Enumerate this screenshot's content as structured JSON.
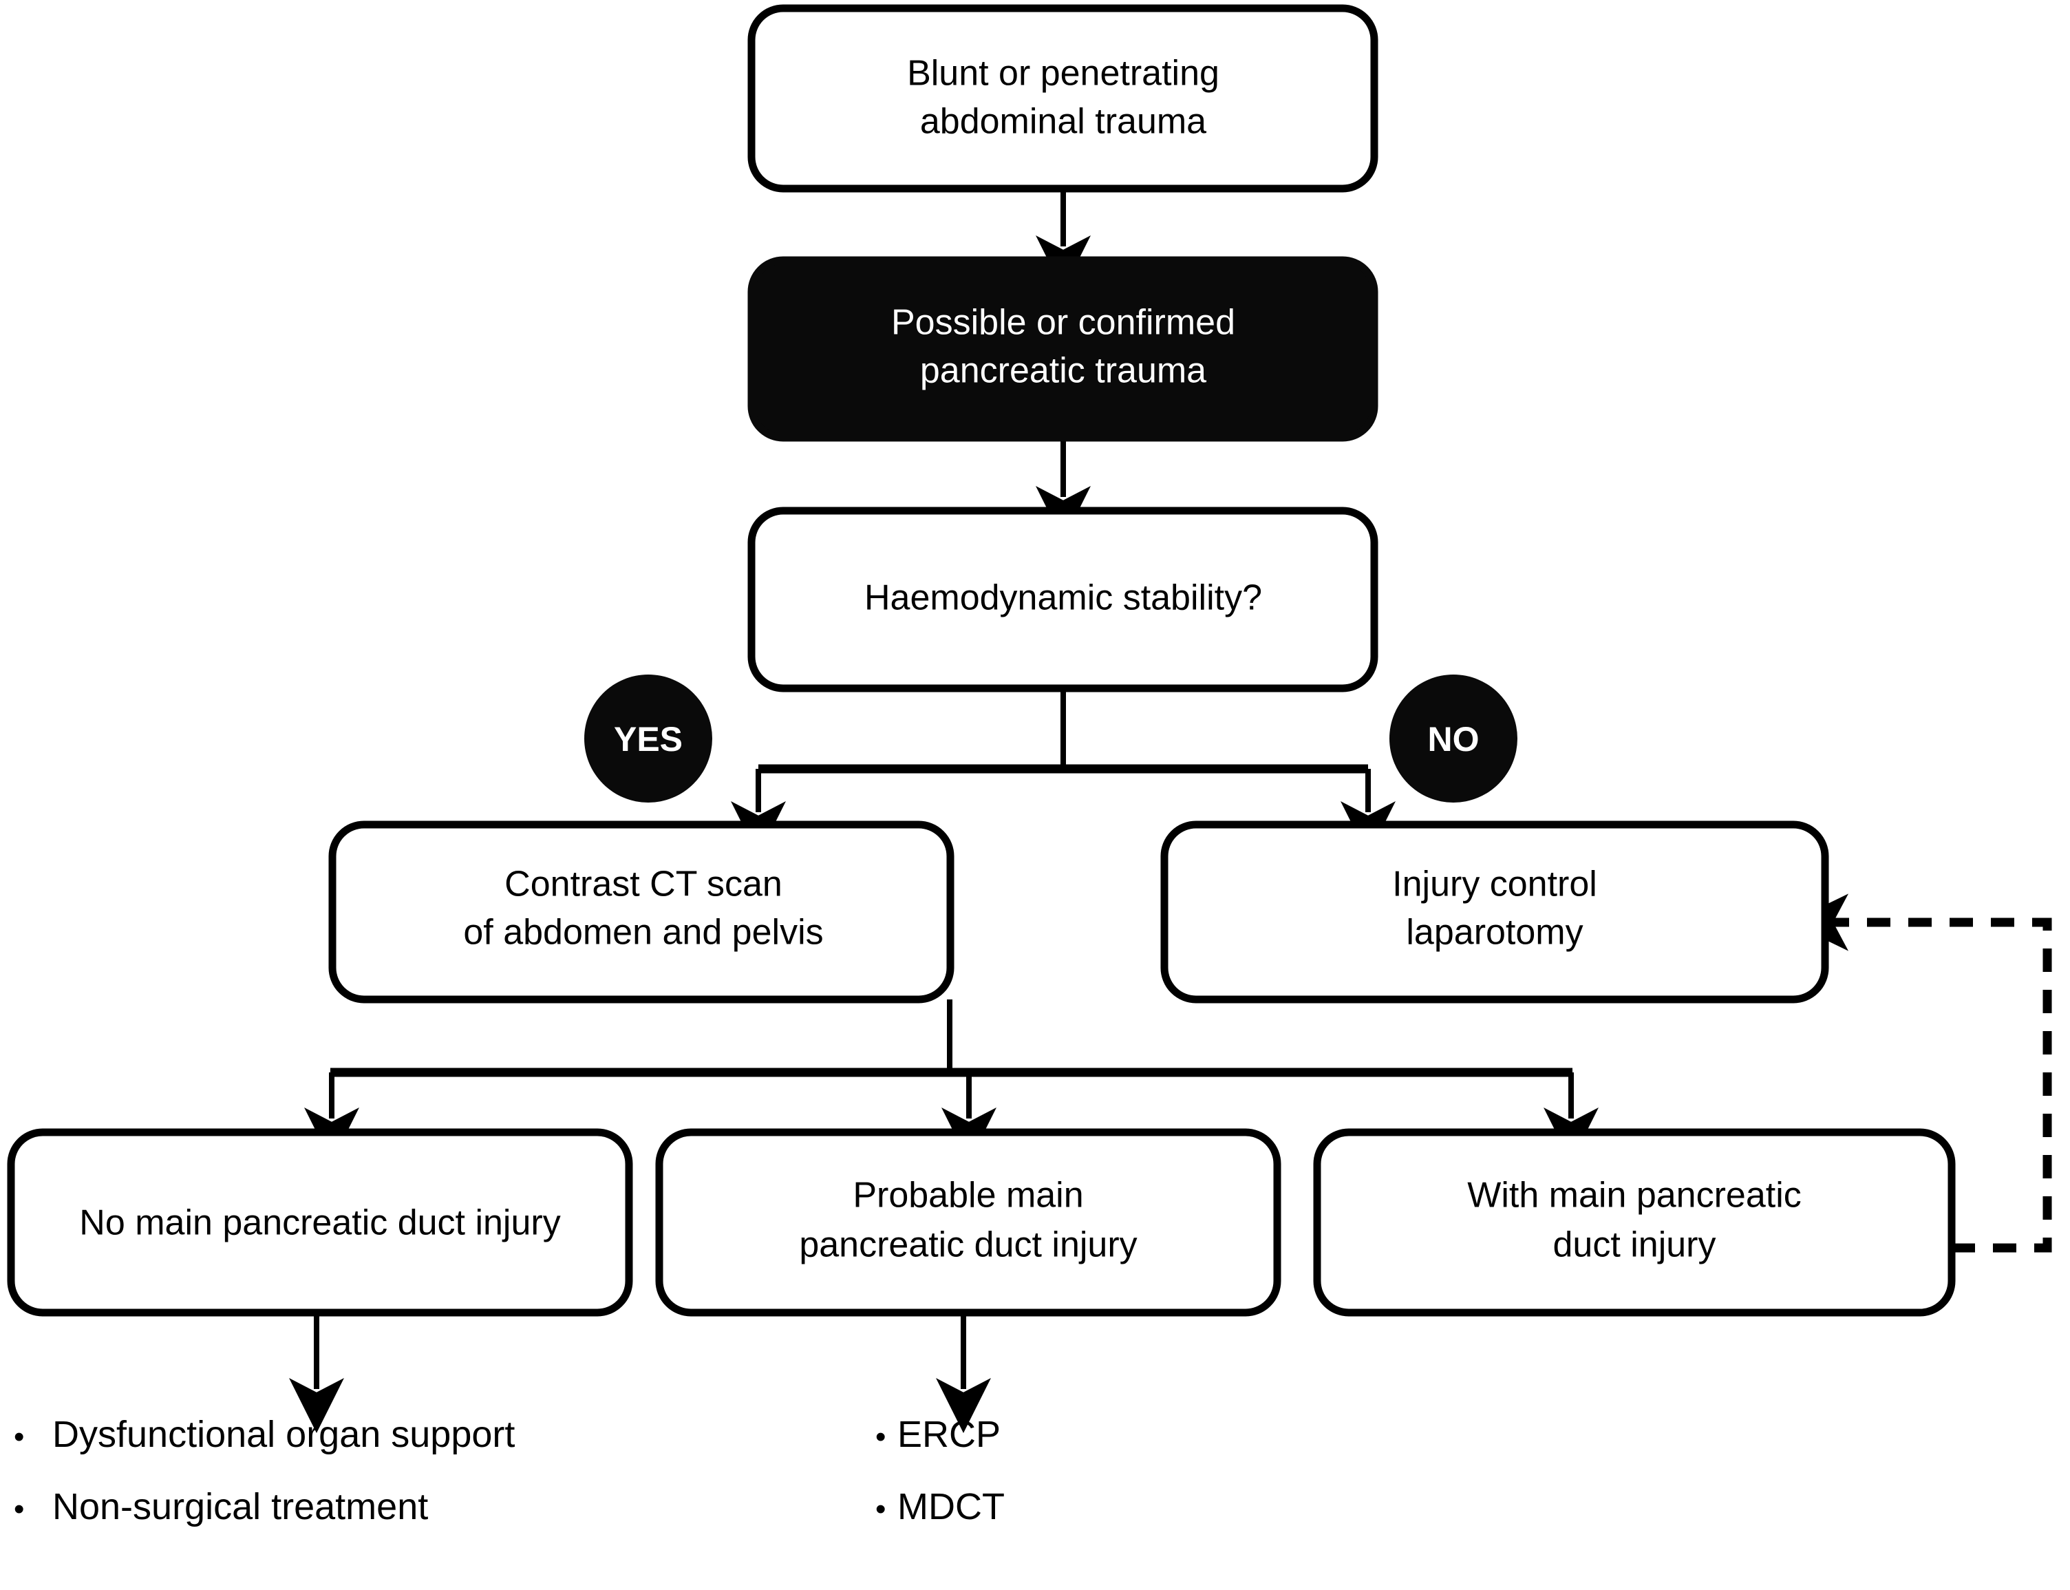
{
  "chart_data": {
    "type": "diagram",
    "title": "Management algorithm for blunt or penetrating abdominal trauma with possible pancreatic injury",
    "nodes": [
      {
        "id": "n1",
        "label": "Blunt or penetrating\nabdominal trauma",
        "style": "outline"
      },
      {
        "id": "n2",
        "label": "Possible or confirmed\npancreatic trauma",
        "style": "filled"
      },
      {
        "id": "n3",
        "label": "Haemodynamic stability?",
        "style": "outline"
      },
      {
        "id": "n4",
        "label": "Contrast CT scan\nof abdomen and pelvis",
        "style": "outline"
      },
      {
        "id": "n5",
        "label": "Injury control\nlaparotomy",
        "style": "outline"
      },
      {
        "id": "n6",
        "label": "No main pancreatic duct injury",
        "style": "outline"
      },
      {
        "id": "n7",
        "label": "Probable main\npancreatic duct injury",
        "style": "outline"
      },
      {
        "id": "n8",
        "label": "With main pancreatic\nduct injury",
        "style": "outline"
      }
    ],
    "edges": [
      {
        "from": "n1",
        "to": "n2",
        "type": "solid"
      },
      {
        "from": "n2",
        "to": "n3",
        "type": "solid"
      },
      {
        "from": "n3",
        "to": "n4",
        "type": "solid",
        "label": "YES"
      },
      {
        "from": "n3",
        "to": "n5",
        "type": "solid",
        "label": "NO"
      },
      {
        "from": "n4",
        "to": "n6",
        "type": "solid"
      },
      {
        "from": "n4",
        "to": "n7",
        "type": "solid"
      },
      {
        "from": "n4",
        "to": "n8",
        "type": "solid"
      },
      {
        "from": "n6",
        "to": "list-left",
        "type": "solid"
      },
      {
        "from": "n7",
        "to": "list-middle",
        "type": "solid"
      },
      {
        "from": "n8",
        "to": "n5",
        "type": "dashed"
      }
    ]
  },
  "nodes": {
    "trauma": {
      "line1": "Blunt or penetrating",
      "line2": "abdominal trauma"
    },
    "pancreatic_trauma": {
      "line1": "Possible or confirmed",
      "line2": "pancreatic trauma"
    },
    "stability": {
      "line1": "Haemodynamic stability?"
    },
    "ct_scan": {
      "line1": "Contrast CT scan",
      "line2": "of abdomen and pelvis"
    },
    "laparotomy": {
      "line1": "Injury control",
      "line2": "laparotomy"
    },
    "no_duct_injury": {
      "line1": "No main pancreatic duct injury"
    },
    "probable_duct_injury": {
      "line1": "Probable main",
      "line2": "pancreatic duct injury"
    },
    "with_duct_injury": {
      "line1": "With main pancreatic",
      "line2": "duct injury"
    }
  },
  "badges": {
    "yes": "YES",
    "no": "NO"
  },
  "lists": {
    "left": {
      "items": [
        {
          "bullet": "•",
          "text": "Dysfunctional organ support"
        },
        {
          "bullet": "•",
          "text": "Non-surgical treatment"
        }
      ]
    },
    "middle": {
      "items": [
        {
          "bullet": "•",
          "text": "ERCP"
        },
        {
          "bullet": "•",
          "text": "MDCT"
        }
      ]
    }
  },
  "colors": {
    "stroke": "#000000",
    "fill_outline": "#ffffff",
    "fill_solid": "#0a0a0a",
    "text_dark": "#000000",
    "text_light": "#ffffff",
    "background": "#ffffff"
  }
}
